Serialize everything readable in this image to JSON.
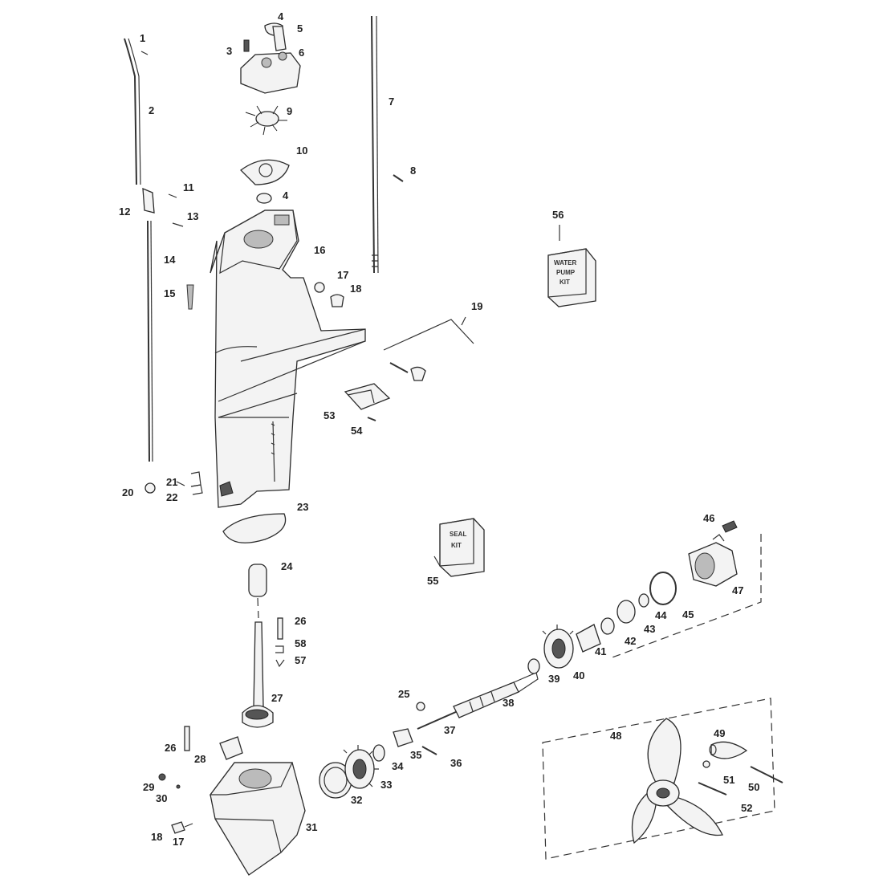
{
  "callouts": [
    {
      "id": "1",
      "text": "1"
    },
    {
      "id": "2",
      "text": "2"
    },
    {
      "id": "3",
      "text": "3"
    },
    {
      "id": "4a",
      "text": "4"
    },
    {
      "id": "5",
      "text": "5"
    },
    {
      "id": "6",
      "text": "6"
    },
    {
      "id": "7",
      "text": "7"
    },
    {
      "id": "8",
      "text": "8"
    },
    {
      "id": "9",
      "text": "9"
    },
    {
      "id": "10",
      "text": "10"
    },
    {
      "id": "4b",
      "text": "4"
    },
    {
      "id": "11",
      "text": "11"
    },
    {
      "id": "12",
      "text": "12"
    },
    {
      "id": "13",
      "text": "13"
    },
    {
      "id": "14",
      "text": "14"
    },
    {
      "id": "15",
      "text": "15"
    },
    {
      "id": "16",
      "text": "16"
    },
    {
      "id": "17a",
      "text": "17"
    },
    {
      "id": "18a",
      "text": "18"
    },
    {
      "id": "19",
      "text": "19"
    },
    {
      "id": "20",
      "text": "20"
    },
    {
      "id": "21",
      "text": "21"
    },
    {
      "id": "22",
      "text": "22"
    },
    {
      "id": "23",
      "text": "23"
    },
    {
      "id": "24",
      "text": "24"
    },
    {
      "id": "26a",
      "text": "26"
    },
    {
      "id": "58",
      "text": "58"
    },
    {
      "id": "57",
      "text": "57"
    },
    {
      "id": "27",
      "text": "27"
    },
    {
      "id": "25",
      "text": "25"
    },
    {
      "id": "26b",
      "text": "26"
    },
    {
      "id": "28",
      "text": "28"
    },
    {
      "id": "29",
      "text": "29"
    },
    {
      "id": "30",
      "text": "30"
    },
    {
      "id": "18b",
      "text": "18"
    },
    {
      "id": "17b",
      "text": "17"
    },
    {
      "id": "31",
      "text": "31"
    },
    {
      "id": "32",
      "text": "32"
    },
    {
      "id": "33",
      "text": "33"
    },
    {
      "id": "34",
      "text": "34"
    },
    {
      "id": "35",
      "text": "35"
    },
    {
      "id": "36",
      "text": "36"
    },
    {
      "id": "37",
      "text": "37"
    },
    {
      "id": "38",
      "text": "38"
    },
    {
      "id": "39",
      "text": "39"
    },
    {
      "id": "40",
      "text": "40"
    },
    {
      "id": "41",
      "text": "41"
    },
    {
      "id": "42",
      "text": "42"
    },
    {
      "id": "43",
      "text": "43"
    },
    {
      "id": "44",
      "text": "44"
    },
    {
      "id": "45",
      "text": "45"
    },
    {
      "id": "46",
      "text": "46"
    },
    {
      "id": "47",
      "text": "47"
    },
    {
      "id": "48",
      "text": "48"
    },
    {
      "id": "49",
      "text": "49"
    },
    {
      "id": "50",
      "text": "50"
    },
    {
      "id": "51",
      "text": "51"
    },
    {
      "id": "52",
      "text": "52"
    },
    {
      "id": "53",
      "text": "53"
    },
    {
      "id": "54",
      "text": "54"
    },
    {
      "id": "55",
      "text": "55"
    },
    {
      "id": "56",
      "text": "56"
    }
  ],
  "kits": {
    "water_pump": [
      "WATER",
      "PUMP",
      "KIT"
    ],
    "seal": [
      "SEAL",
      "KIT"
    ]
  },
  "colors": {
    "ink": "#222222",
    "paper": "#ffffff"
  }
}
